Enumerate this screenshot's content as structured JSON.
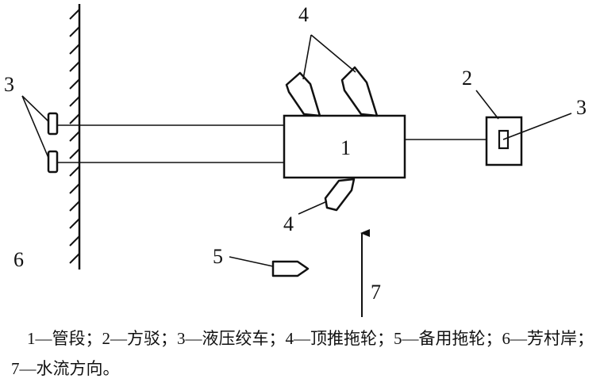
{
  "labels": {
    "pipe_section": "1",
    "square_barge": "2",
    "winch_right": "3",
    "winch_left": "3",
    "push_tugs_top": "4",
    "push_tug_bottom": "4",
    "spare_tug": "5",
    "shore": "6",
    "flow": "7"
  },
  "caption": "1—管段；2—方驳；3—液压绞车；4—顶推拖轮；5—备用拖轮；6—芳村岸；7—水流方向。"
}
